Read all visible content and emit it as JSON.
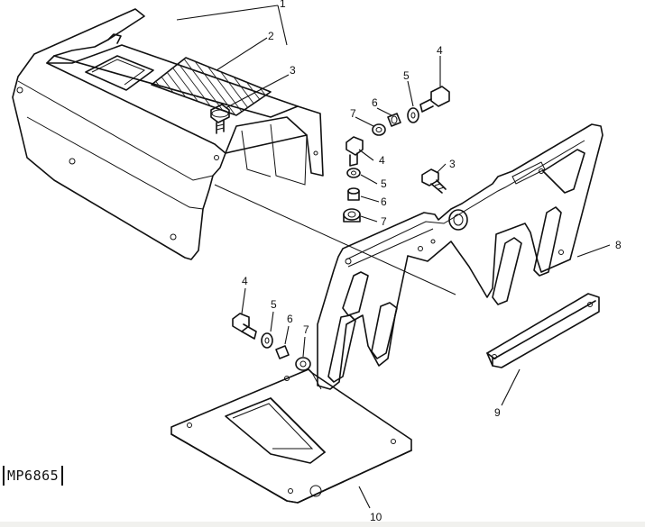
{
  "figure_code": "MP6865",
  "callouts": {
    "c1": "1",
    "c2": "2",
    "c3a": "3",
    "c3b": "3",
    "c4a": "4",
    "c4b": "4",
    "c4c": "4",
    "c5a": "5",
    "c5b": "5",
    "c5c": "5",
    "c6a": "6",
    "c6b": "6",
    "c6c": "6",
    "c7a": "7",
    "c7b": "7",
    "c7c": "7",
    "c8": "8",
    "c9": "9",
    "c10": "10"
  },
  "colors": {
    "line": "#111111",
    "background": "#ffffff"
  }
}
